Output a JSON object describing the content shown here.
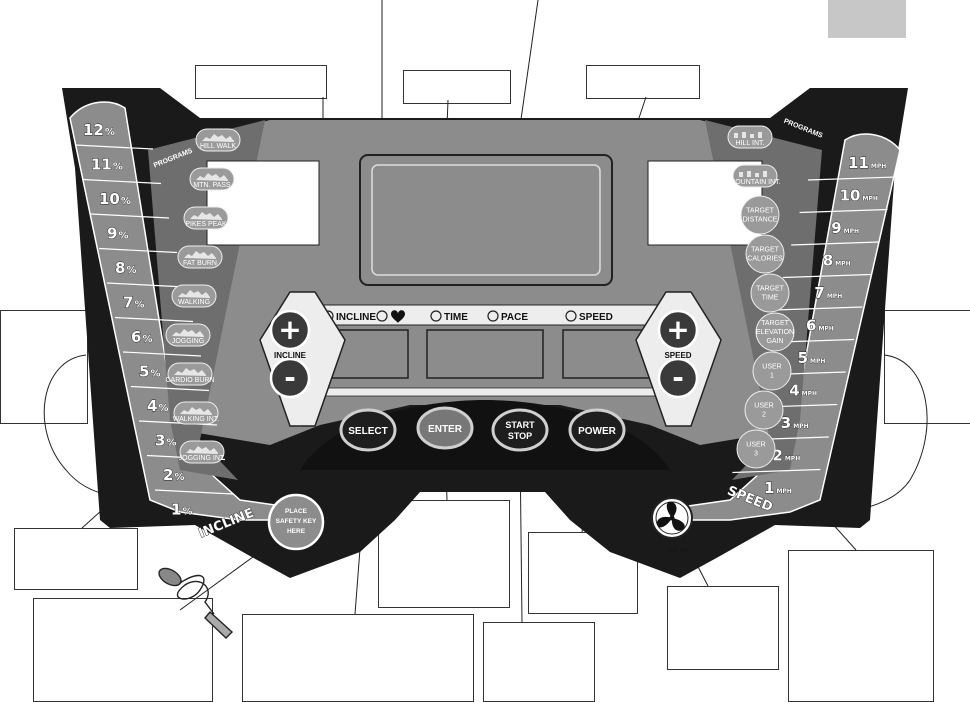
{
  "incline_scale": {
    "levels": [
      "12",
      "11",
      "10",
      "9",
      "8",
      "7",
      "6",
      "5",
      "4",
      "3",
      "2",
      "1"
    ],
    "unit": "%",
    "label": "INCLINE"
  },
  "speed_scale": {
    "levels": [
      "11",
      "10",
      "9",
      "8",
      "7",
      "6",
      "5",
      "4",
      "3",
      "2",
      "1"
    ],
    "unit": "MPH",
    "label": "SPEED"
  },
  "programs_left": {
    "title": "PROGRAMS",
    "items": [
      "HILL WALK",
      "MTN. PASS",
      "PIKES PEAK",
      "FAT BURN",
      "WALKING",
      "JOGGING",
      "CARDIO BURN",
      "WALKING INT.",
      "JOGGING INT."
    ]
  },
  "programs_right": {
    "title": "PROGRAMS",
    "items": [
      "HILL INT.",
      "MOUNTAIN INT.",
      "TARGET DISTANCE",
      "TARGET CALORIES",
      "TARGET TIME",
      "TARGET ELEVATION GAIN",
      "USER 1",
      "USER 2",
      "USER 3"
    ]
  },
  "indicators": [
    "INCLINE",
    "",
    "TIME",
    "PACE",
    "SPEED"
  ],
  "incline_control": {
    "label": "INCLINE",
    "plus": "+",
    "minus": "-"
  },
  "speed_control": {
    "label": "SPEED",
    "plus": "+",
    "minus": "-"
  },
  "buttons": {
    "select": "SELECT",
    "enter": "ENTER",
    "start_line1": "START",
    "start_line2": "STOP",
    "power": "POWER"
  },
  "safety_key": {
    "line1": "PLACE",
    "line2": "SAFETY KEY",
    "line3": "HERE"
  },
  "fan": {
    "lo": "LO",
    "hi": "HI"
  },
  "colors": {
    "panel_black": "#1a1a1a",
    "panel_gray": "#8c8c8c",
    "screen_light": "#d9d9d9",
    "button_dark": "#2a2a2a",
    "tab_gray": "#c7c7c7"
  }
}
